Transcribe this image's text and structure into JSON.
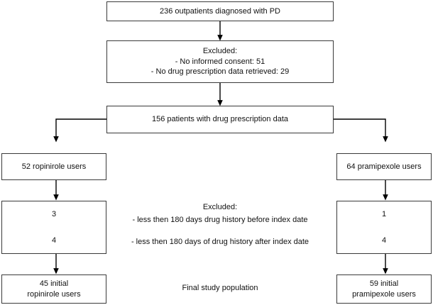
{
  "diagram": {
    "type": "flowchart",
    "title_text": "",
    "boxes": {
      "enrolled": {
        "text": "236 outpatients diagnosed with PD"
      },
      "excluded_top": {
        "line1": "Excluded:",
        "line2": "- No informed consent: 51",
        "line3": "- No drug prescription data retrieved: 29"
      },
      "with_data": {
        "text": "156 patients with drug prescription data"
      },
      "ropinirole_users": {
        "text": "52 ropinirole users"
      },
      "pramipexole_users": {
        "text": "64 pramipexole users"
      },
      "ropinirole_excluded": {
        "before": "3",
        "after": "4"
      },
      "pramipexole_excluded": {
        "before": "1",
        "after": "4"
      },
      "ropinirole_final": {
        "line1": "45 initial",
        "line2": "ropinirole users"
      },
      "pramipexole_final": {
        "line1": "59 initial",
        "line2": "pramipexole users"
      }
    },
    "free_text": {
      "excluded_mid_title": "Excluded:",
      "excluded_mid_before": "- less then 180 days drug history before index date",
      "excluded_mid_after": "- less then 180 days of drug history after index date",
      "final_population": "Final study population"
    },
    "colors": {
      "border": "#3a3a3a",
      "text": "#111111",
      "background": "#ffffff",
      "connector": "#000000"
    }
  },
  "chart_data": {
    "type": "table",
    "title": "Study participant flow",
    "categories": [
      "236 outpatients diagnosed with PD",
      "No informed consent",
      "No drug prescription data retrieved",
      "156 patients with drug prescription data",
      "52 ropinirole users",
      "64 pramipexole users",
      "ropinirole: less then 180 days drug history before index date",
      "ropinirole: less then 180 days of drug history after index date",
      "pramipexole: less then 180 days drug history before index date",
      "pramipexole: less then 180 days of drug history after index date",
      "45 initial ropinirole users",
      "59 initial pramipexole users"
    ],
    "values": [
      236,
      51,
      29,
      156,
      52,
      64,
      3,
      4,
      1,
      4,
      45,
      59
    ]
  }
}
